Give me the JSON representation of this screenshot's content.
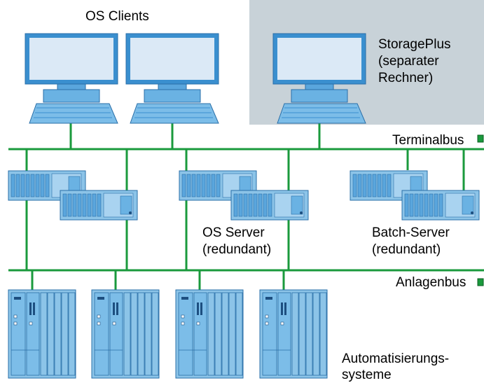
{
  "clients_label": "OS Clients",
  "storage": {
    "line1": "StoragePlus",
    "line2": "(separater",
    "line3": "Rechner)"
  },
  "terminalbus_label": "Terminalbus",
  "os_server": {
    "line1": "OS Server",
    "line2": "(redundant)"
  },
  "batch_server": {
    "line1": "Batch-Server",
    "line2": "(redundant)"
  },
  "anlagenbus_label": "Anlagenbus",
  "automation": {
    "line1": "Automatisierungs-",
    "line2": "systeme"
  },
  "colors": {
    "bus": "#1a9a3c",
    "device_fill": "#8cc4e8",
    "device_dark": "#3a8fcf",
    "storage_bg": "#c8d2d8",
    "bus_marker": "#1a9a3c"
  }
}
